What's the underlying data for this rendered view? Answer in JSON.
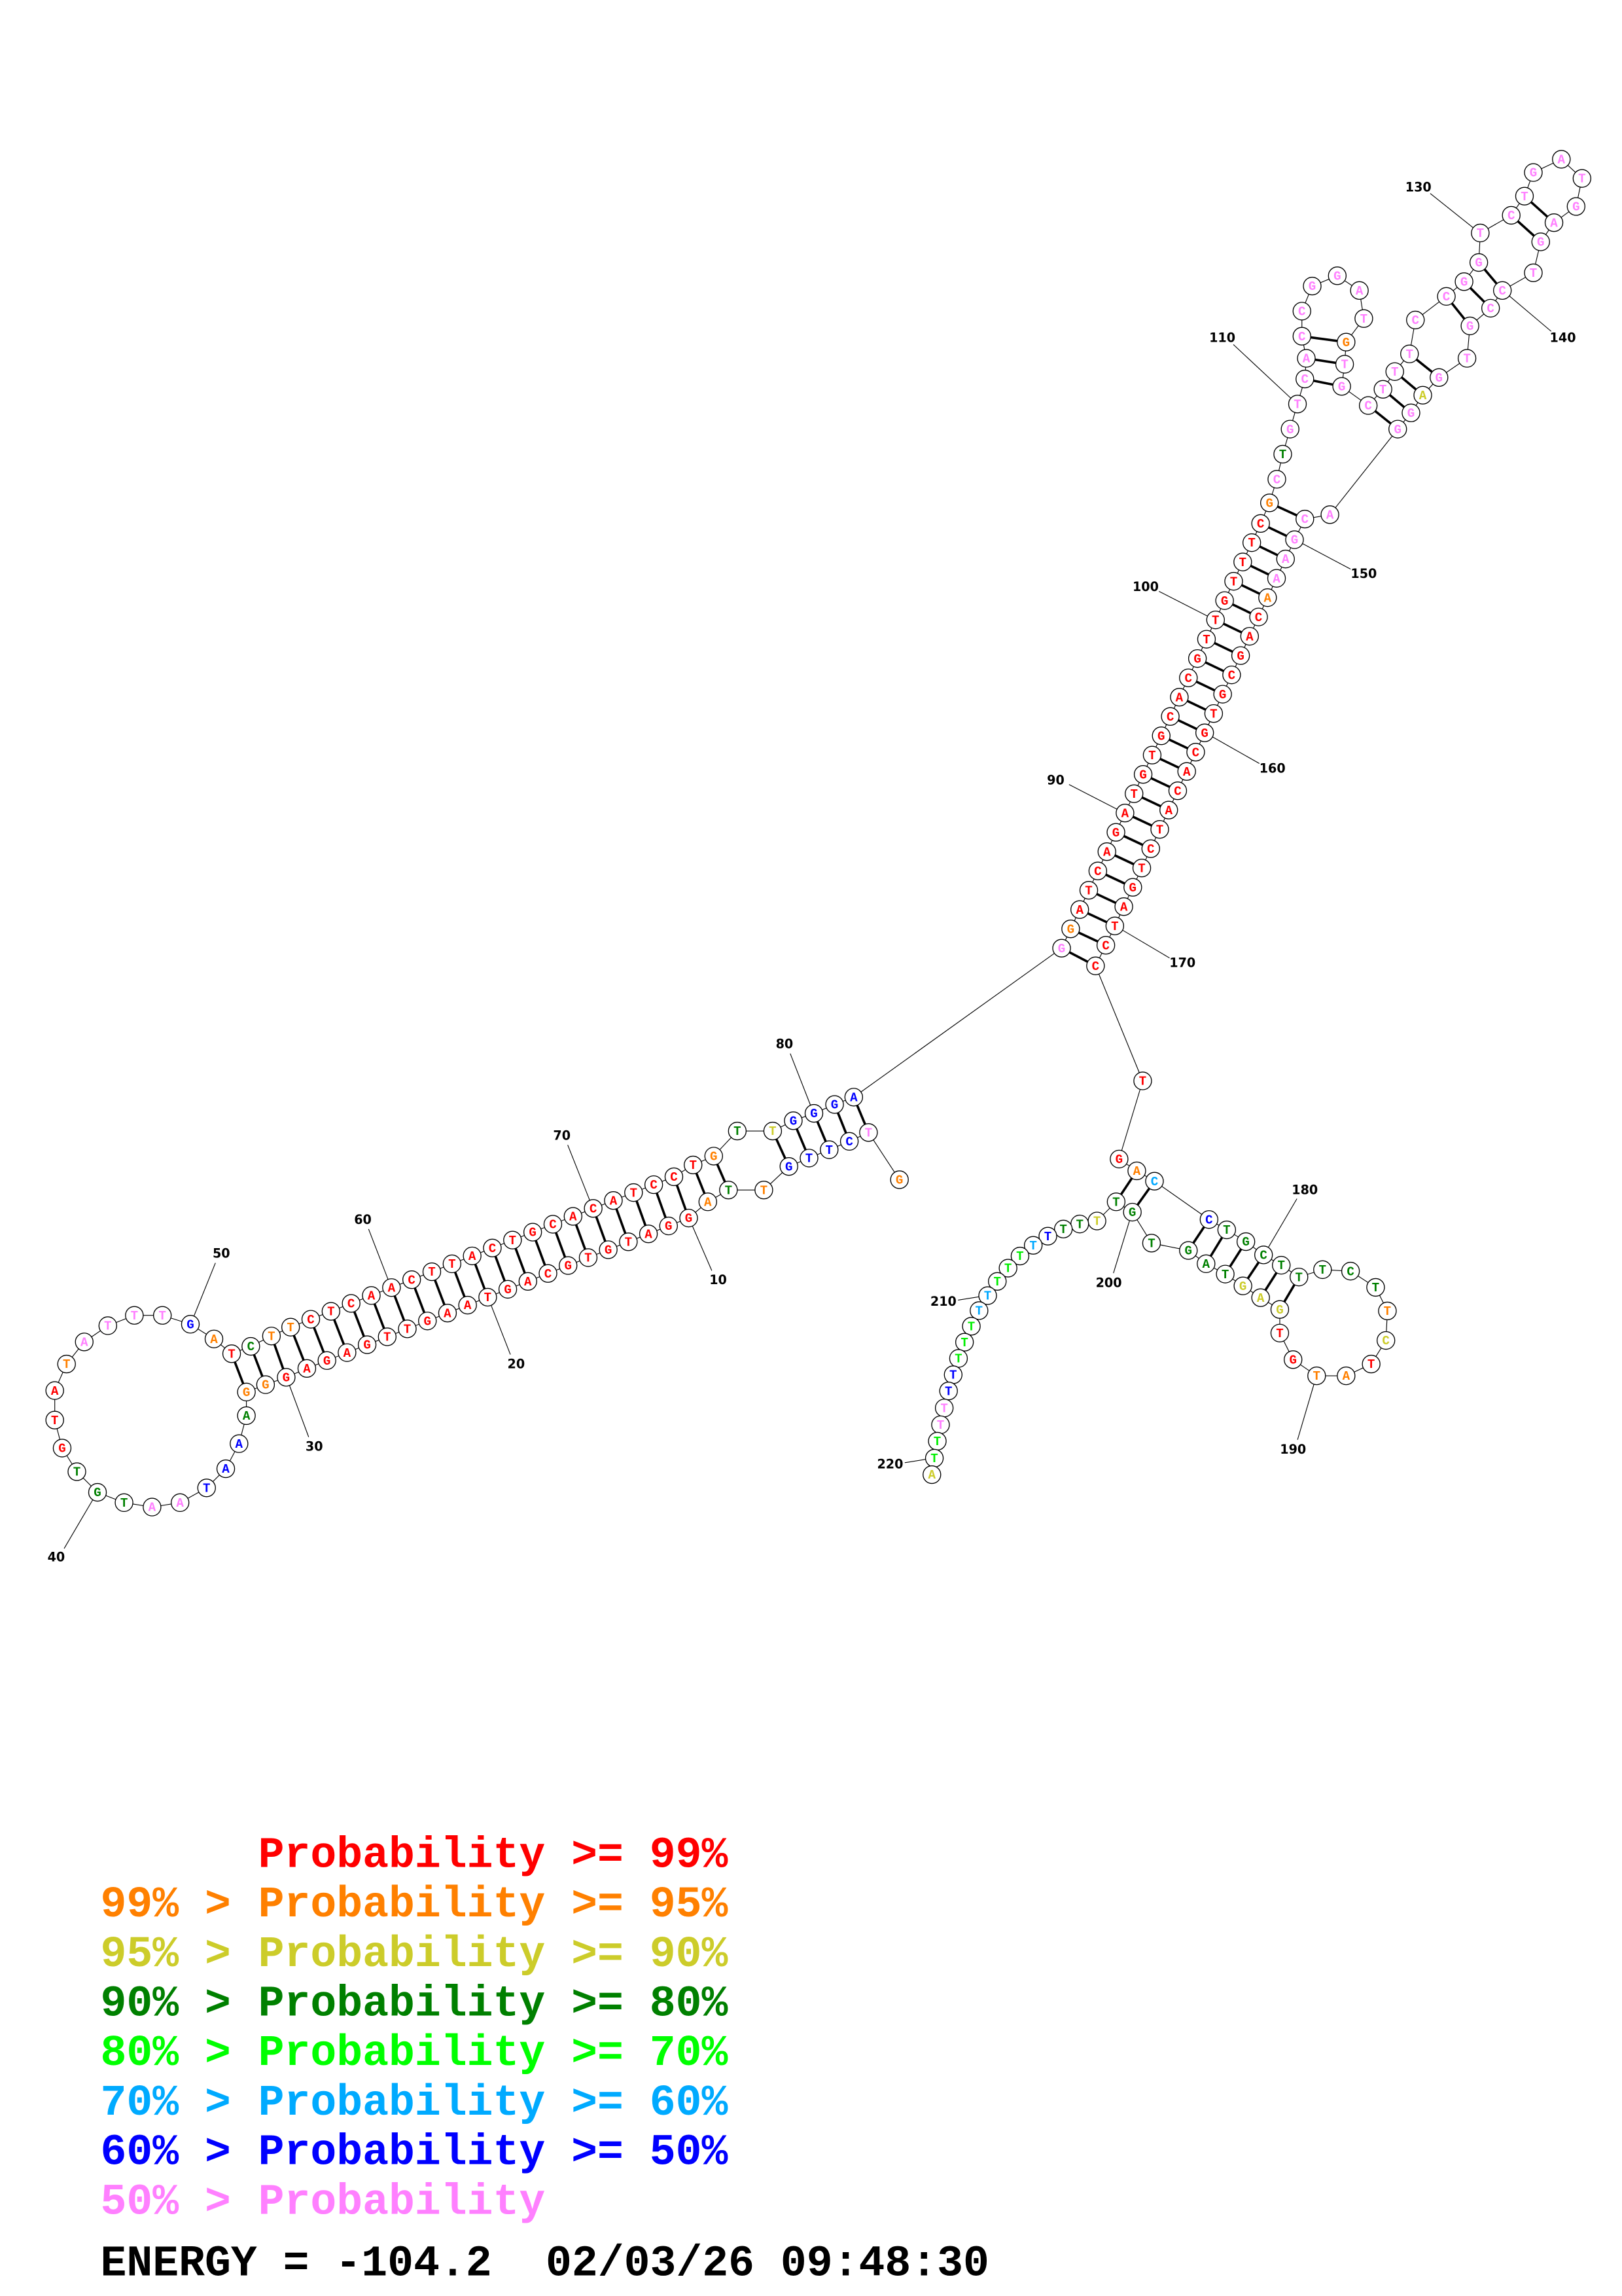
{
  "structure": {
    "sequence": "GTCTTGTTAGGATGTGCAGTAAGTTGAGAGGGAAATAATGTGTATATTTGATCTTCTCAACTTACTGCACATCCTGTTGGGAGGATCAGATGTGCACGTTGTTTCGCTGTCACCGGATGTGCTTTCCGGTCTGATGAGTCCGTGAGGACGAAACAGCGTGCACATCTGATCCTGACCTGCTTTCTTCTATGTGAGTAGTGTTTTTTTTTTTTTTTTTTTTA",
    "probability_classes": "opbbbbogorrrrrrrrrrrrrrrrrrrrroogbbbppgggrrroppppborgoorrrrrrrrrrrrrrrrrrrrogybbbbporrrrrrrrrrrrrrrrrrrrropgppppppppppopppppppppppppppppppppppppyppppppporrrrrrrrrrrrrrrrrrrrrocbggggggggoyroorryyyggggggyggbclllcclllbbppllybpbo",
    "class_colors": {
      "r": "#ff0000",
      "o": "#ff8000",
      "y": "#cccc2a",
      "g": "#008000",
      "l": "#00ee00",
      "c": "#00a8ff",
      "b": "#0000ff",
      "p": "#ff80ff"
    },
    "position_labels": [
      "10",
      "20",
      "30",
      "40",
      "50",
      "60",
      "70",
      "80",
      "90",
      "100",
      "110",
      "130",
      "140",
      "150",
      "160",
      "170",
      "180",
      "190",
      "200",
      "210",
      "220"
    ]
  },
  "legend": {
    "entries": [
      {
        "prefix": "",
        "main": "Probability >= 99%",
        "color": "#ff0000"
      },
      {
        "prefix": "99% >",
        "main": "Probability >= 95%",
        "color": "#ff8000"
      },
      {
        "prefix": "95% >",
        "main": "Probability >= 90%",
        "color": "#cccc2a"
      },
      {
        "prefix": "90% >",
        "main": "Probability >= 80%",
        "color": "#008000"
      },
      {
        "prefix": "80% >",
        "main": "Probability >= 70%",
        "color": "#00ff00"
      },
      {
        "prefix": "70% >",
        "main": "Probability >= 60%",
        "color": "#00aaff"
      },
      {
        "prefix": "60% >",
        "main": "Probability >= 50%",
        "color": "#0000ff"
      },
      {
        "prefix": "50% >",
        "main": "Probability",
        "color": "#ff80ff"
      }
    ],
    "energy": "ENERGY = -104.2",
    "timestamp": "02/03/26 09:48:30"
  }
}
